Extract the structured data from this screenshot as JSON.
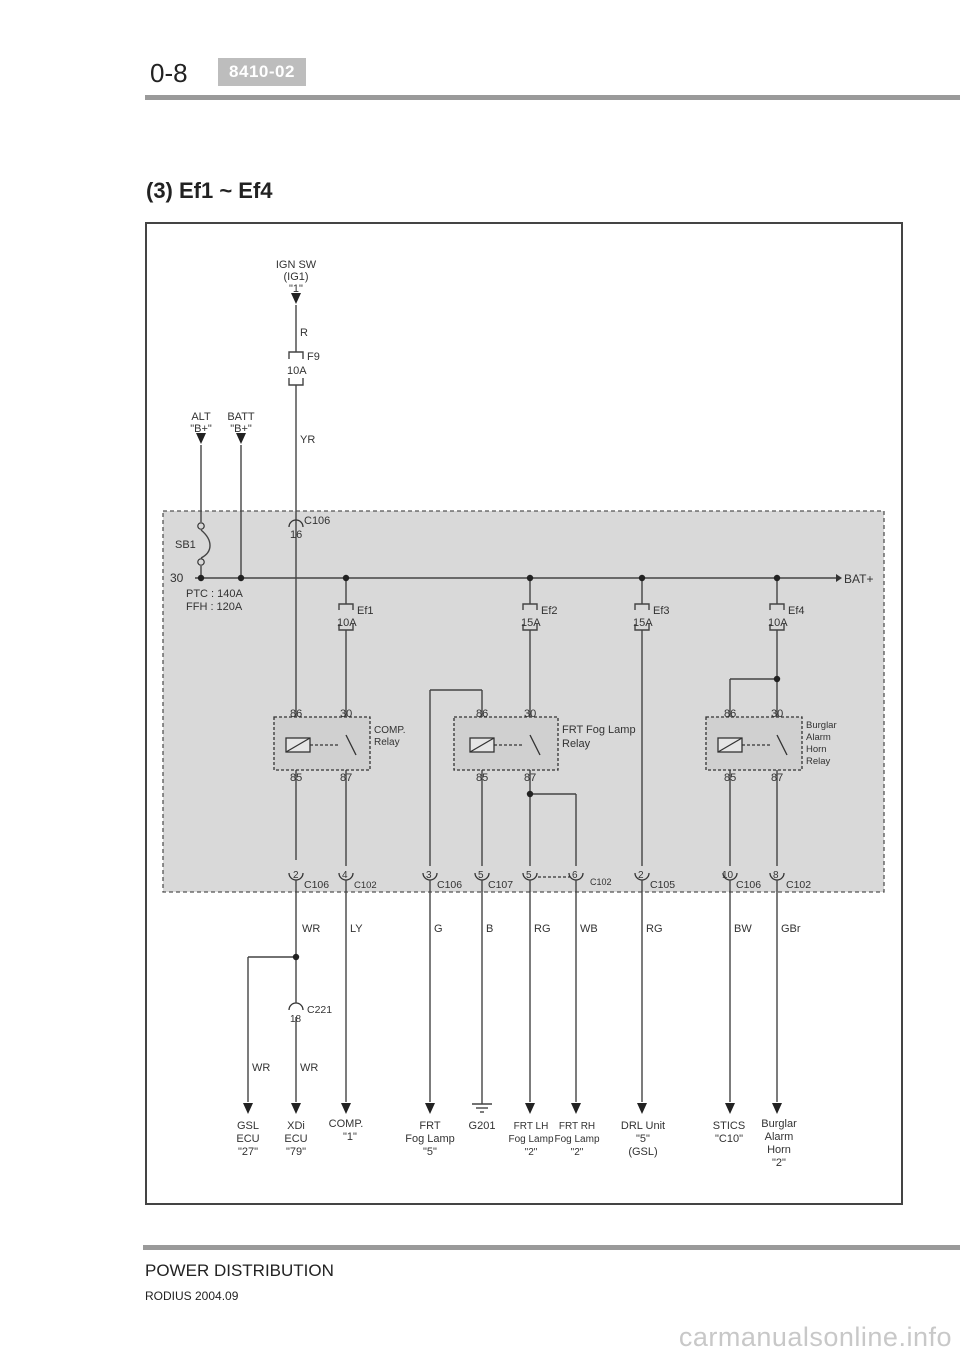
{
  "header": {
    "page_number": "0-8",
    "code": "8410-02"
  },
  "section_title": "(3) Ef1 ~ Ef4",
  "footer": {
    "title": "POWER DISTRIBUTION",
    "subtitle": "RODIUS 2004.09"
  },
  "watermark": "carmanualsonline.info",
  "diagram": {
    "top_sources": {
      "ign_sw": [
        "IGN SW",
        "(IG1)",
        "\"1\""
      ],
      "alt": [
        "ALT",
        "\"B+\""
      ],
      "batt": [
        "BATT",
        "\"B+\""
      ]
    },
    "fuse_f9": {
      "name": "F9",
      "rating": "10A"
    },
    "wires_top": {
      "r": "R",
      "yr": "YR"
    },
    "sb1": "SB1",
    "bus": {
      "terminal": "30",
      "name": "BAT+",
      "ptc": "PTC : 140A",
      "ffh": "FFH : 120A"
    },
    "conn_c106_top": {
      "pin": "16",
      "name": "C106"
    },
    "fuses": [
      {
        "name": "Ef1",
        "rating": "10A"
      },
      {
        "name": "Ef2",
        "rating": "15A"
      },
      {
        "name": "Ef3",
        "rating": "15A"
      },
      {
        "name": "Ef4",
        "rating": "10A"
      }
    ],
    "relays": [
      {
        "pins": [
          "86",
          "30",
          "85",
          "87"
        ],
        "label": [
          "COMP.",
          "Relay"
        ]
      },
      {
        "pins": [
          "86",
          "30",
          "85",
          "87"
        ],
        "label": [
          "FRT Fog Lamp",
          "Relay"
        ]
      },
      {
        "pins": [
          "86",
          "30",
          "85",
          "87"
        ],
        "label": [
          "Burglar",
          "Alarm",
          "Horn",
          "Relay"
        ]
      }
    ],
    "bottom_connectors": [
      {
        "pin": "2",
        "name": "C106"
      },
      {
        "pin": "4",
        "name": "C102"
      },
      {
        "pin": "3",
        "name": "C106"
      },
      {
        "pin": "5",
        "name": "C107"
      },
      {
        "pin": "5",
        "name": ""
      },
      {
        "pin": "6",
        "name": "C102"
      },
      {
        "pin": "2",
        "name": "C105"
      },
      {
        "pin": "10",
        "name": "C106"
      },
      {
        "pin": "8",
        "name": "C102"
      }
    ],
    "wire_colors": [
      "WR",
      "LY",
      "G",
      "B",
      "RG",
      "WB",
      "RG",
      "BW",
      "GBr"
    ],
    "c221": {
      "pin": "18",
      "name": "C221"
    },
    "lower_wires": {
      "left": "WR",
      "right": "WR"
    },
    "ground": "G201",
    "destinations": [
      {
        "lines": [
          "GSL",
          "ECU",
          "\"27\""
        ]
      },
      {
        "lines": [
          "XDi",
          "ECU",
          "\"79\""
        ]
      },
      {
        "lines": [
          "COMP.",
          "\"1\""
        ]
      },
      {
        "lines": [
          "FRT",
          "Fog Lamp",
          "\"5\""
        ]
      },
      {
        "lines": [
          "FRT LH",
          "Fog Lamp",
          "\"2\""
        ]
      },
      {
        "lines": [
          "FRT RH",
          "Fog Lamp",
          "\"2\""
        ]
      },
      {
        "lines": [
          "DRL Unit",
          "\"5\"",
          "(GSL)"
        ]
      },
      {
        "lines": [
          "STICS",
          "\"C10\""
        ]
      },
      {
        "lines": [
          "Burglar",
          "Alarm",
          "Horn",
          "\"2\""
        ]
      }
    ]
  }
}
